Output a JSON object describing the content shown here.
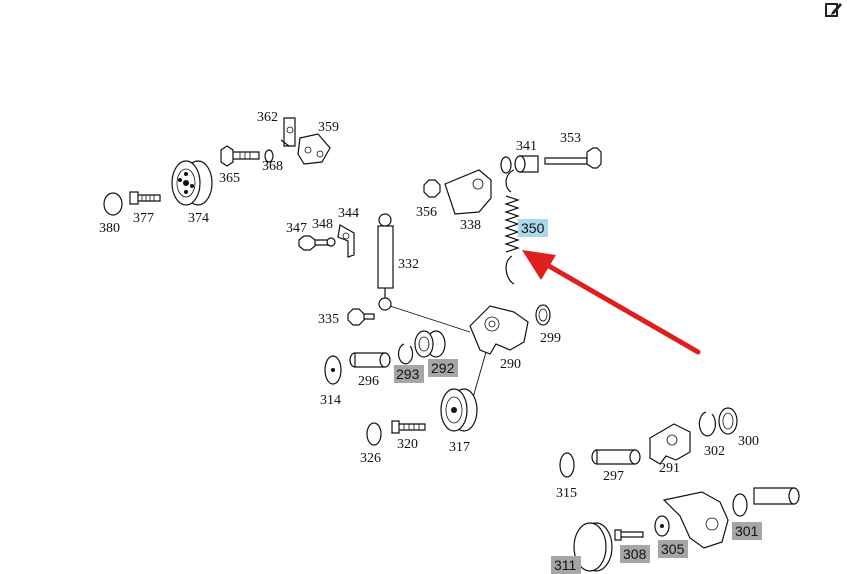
{
  "toolbar": {
    "edit_icon": "edit-icon"
  },
  "diagram": {
    "labels": [
      {
        "id": "362",
        "text": "362"
      },
      {
        "id": "359",
        "text": "359"
      },
      {
        "id": "368",
        "text": "368"
      },
      {
        "id": "365",
        "text": "365"
      },
      {
        "id": "374",
        "text": "374"
      },
      {
        "id": "377",
        "text": "377"
      },
      {
        "id": "380",
        "text": "380"
      },
      {
        "id": "341",
        "text": "341"
      },
      {
        "id": "353",
        "text": "353"
      },
      {
        "id": "356",
        "text": "356"
      },
      {
        "id": "338",
        "text": "338"
      },
      {
        "id": "350",
        "text": "350"
      },
      {
        "id": "347",
        "text": "347"
      },
      {
        "id": "348",
        "text": "348"
      },
      {
        "id": "344",
        "text": "344"
      },
      {
        "id": "332",
        "text": "332"
      },
      {
        "id": "335",
        "text": "335"
      },
      {
        "id": "299",
        "text": "299"
      },
      {
        "id": "290",
        "text": "290"
      },
      {
        "id": "296",
        "text": "296"
      },
      {
        "id": "293",
        "text": "293"
      },
      {
        "id": "292",
        "text": "292"
      },
      {
        "id": "314",
        "text": "314"
      },
      {
        "id": "326",
        "text": "326"
      },
      {
        "id": "320",
        "text": "320"
      },
      {
        "id": "317",
        "text": "317"
      },
      {
        "id": "300",
        "text": "300"
      },
      {
        "id": "302",
        "text": "302"
      },
      {
        "id": "291",
        "text": "291"
      },
      {
        "id": "297",
        "text": "297"
      },
      {
        "id": "315",
        "text": "315"
      },
      {
        "id": "301",
        "text": "301"
      },
      {
        "id": "305",
        "text": "305"
      },
      {
        "id": "308",
        "text": "308"
      },
      {
        "id": "311",
        "text": "311"
      }
    ],
    "highlight_colors": {
      "selected": "#a8d8ea",
      "grey": "#a6a6a6"
    },
    "arrow_color": "#e01e1e"
  }
}
